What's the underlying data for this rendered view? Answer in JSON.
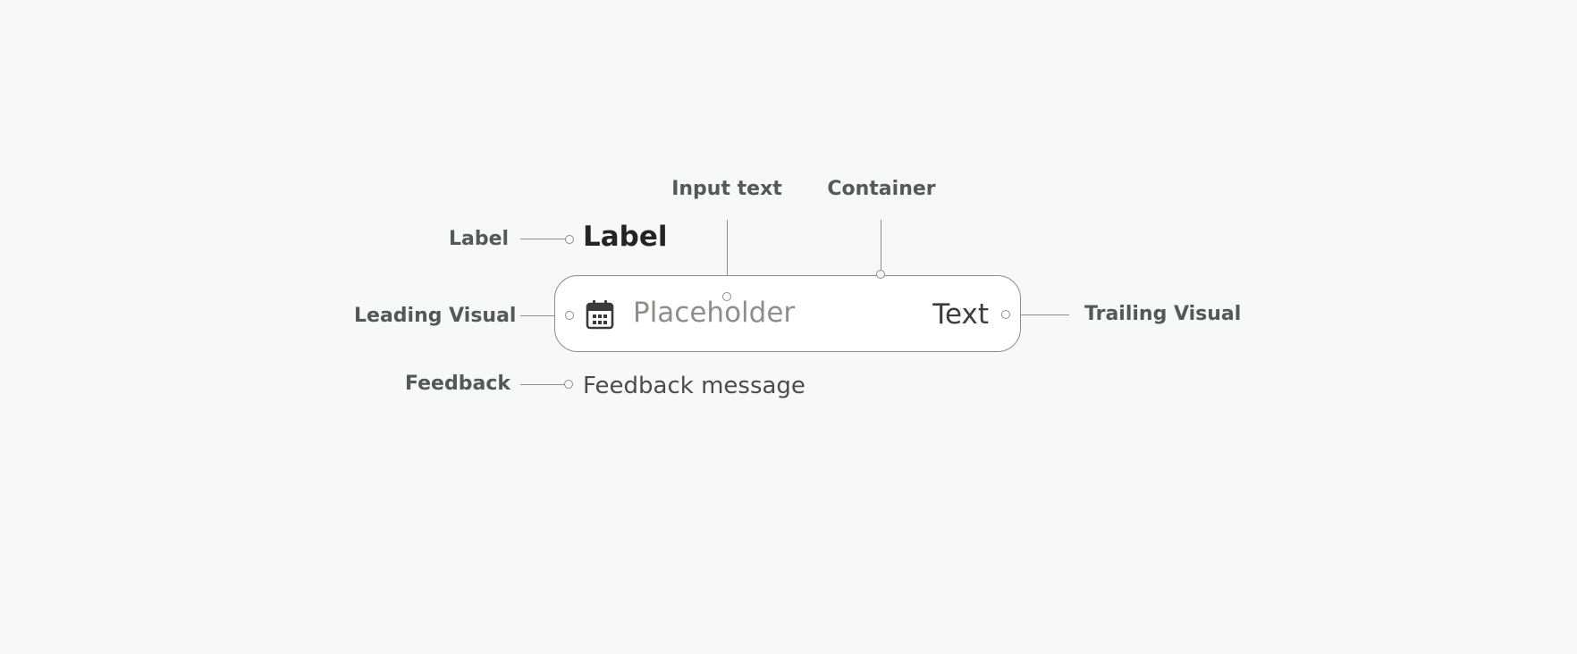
{
  "annotations": {
    "label": "Label",
    "leading_visual": "Leading Visual",
    "feedback": "Feedback",
    "input_text": "Input text",
    "container": "Container",
    "trailing_visual": "Trailing Visual"
  },
  "field": {
    "label": "Label",
    "placeholder": "Placeholder",
    "trailing_text": "Text",
    "feedback_message": "Feedback message",
    "leading_icon": "calendar-icon"
  },
  "colors": {
    "background": "#f7f9f8",
    "annotation_text": "#505a58",
    "leader_line": "#8a8f8c",
    "container_border": "#8c8e8b",
    "placeholder": "#8f8e86"
  }
}
